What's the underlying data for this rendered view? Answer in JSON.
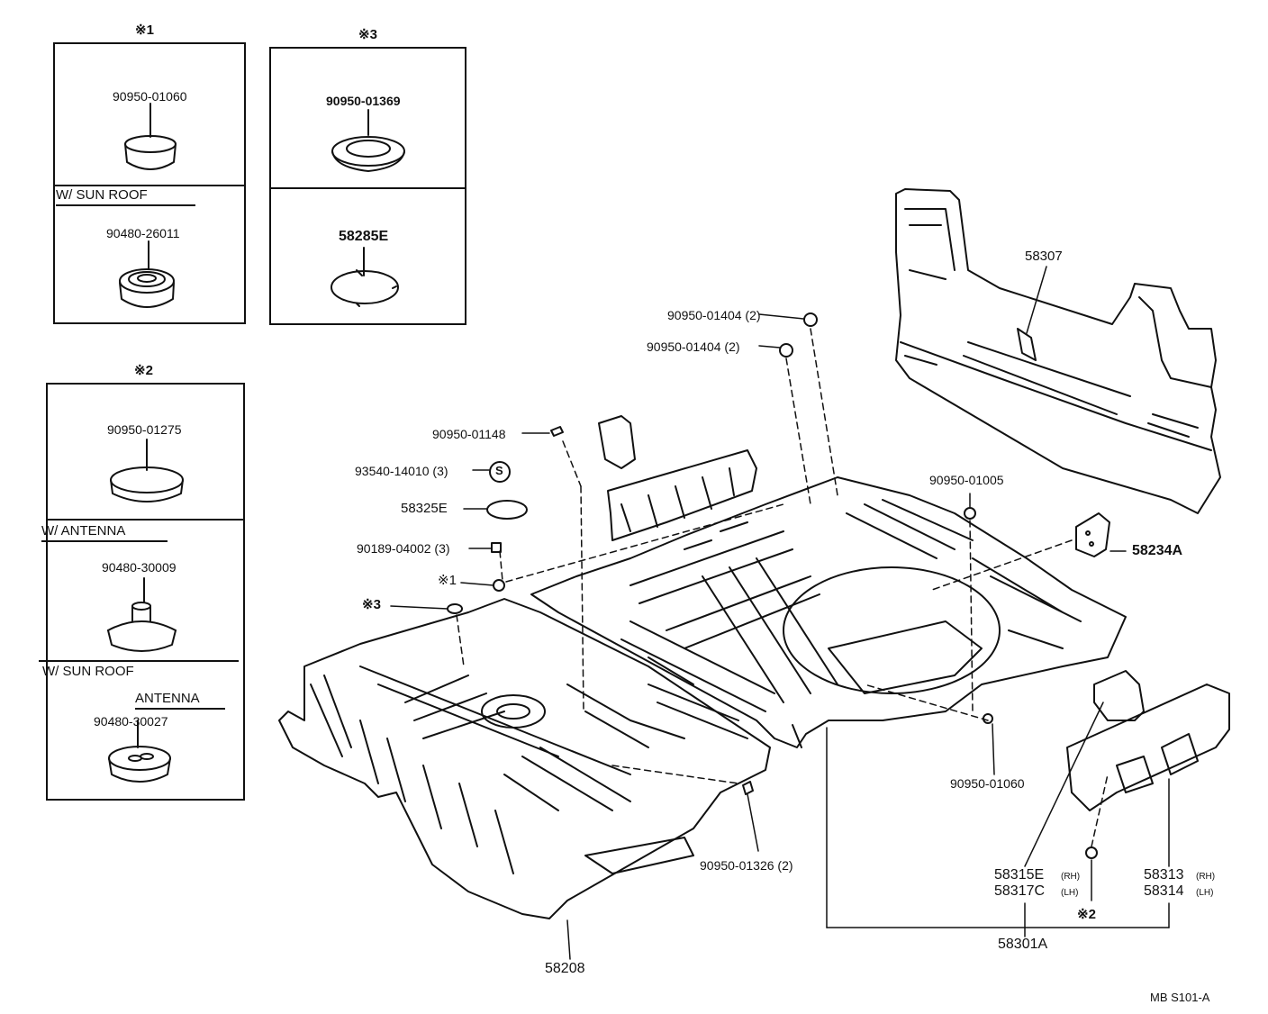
{
  "insets": {
    "note1": {
      "header": "※1",
      "top_part": "90950-01060",
      "condition": "W/ SUN  ROOF",
      "bottom_part": "90480-26011"
    },
    "note3": {
      "header": "※3",
      "top_part": "90950-01369",
      "bottom_part": "58285E"
    },
    "note2": {
      "header": "※2",
      "part1": "90950-01275",
      "cond1": "W/ ANTENNA",
      "part2": "90480-30009",
      "cond2a": "W/ SUN  ROOF",
      "cond2b": "ANTENNA",
      "part3": "90480-30027"
    }
  },
  "callouts": {
    "p58307": "58307",
    "p01404a": "90950-01404 (2)",
    "p01404b": "90950-01404 (2)",
    "p01148": "90950-01148",
    "p14010": "93540-14010 (3)",
    "s_symbol": "S",
    "p58325e": "58325E",
    "p04002": "90189-04002 (3)",
    "ref1": "※1",
    "ref3": "※3",
    "p01005": "90950-01005",
    "p58234a": "58234A",
    "p01060": "90950-01060",
    "p01326": "90950-01326 (2)",
    "p58208": "58208",
    "p58315e": "58315E",
    "p58315e_side": "(RH)",
    "p58317c": "58317C",
    "p58317c_side": "(LH)",
    "ref2": "※2",
    "p58313": "58313",
    "p58313_side": "(RH)",
    "p58314": "58314",
    "p58314_side": "(LH)",
    "p58301a": "58301A",
    "footer_code": "MB  S101-A"
  }
}
